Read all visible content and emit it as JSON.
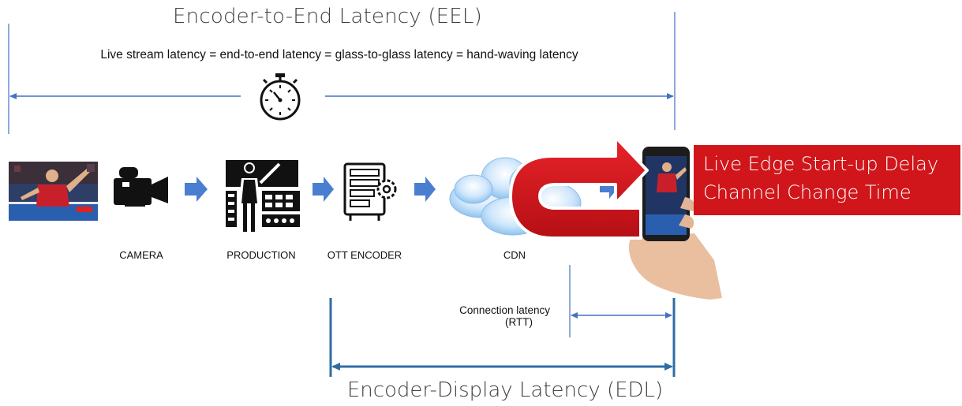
{
  "eel": {
    "title": "Encoder-to-End Latency (EEL)",
    "subtitle": "Live stream latency = end-to-end latency = glass-to-glass latency = hand-waving latency"
  },
  "stages": {
    "camera": "CAMERA",
    "production": "PRODUCTION",
    "encoder": "OTT ENCODER",
    "cdn": "CDN"
  },
  "connection": {
    "line1": "Connection latency",
    "line2": "(RTT)"
  },
  "callout": {
    "line1": "Live Edge Start-up Delay",
    "line2": "Channel Change Time",
    "color": "#d0161b"
  },
  "edl": {
    "title": "Encoder-Display Latency (EDL)"
  },
  "colors": {
    "eel_line": "#4472c4",
    "edl_line": "#2e6da4",
    "flow_arrow": "#4a7ed0"
  },
  "icons": [
    "stopwatch-icon",
    "camera-icon",
    "production-icon",
    "encoder-icon",
    "cdn-cloud-icon",
    "smartphone-icon",
    "return-arrow-icon"
  ]
}
